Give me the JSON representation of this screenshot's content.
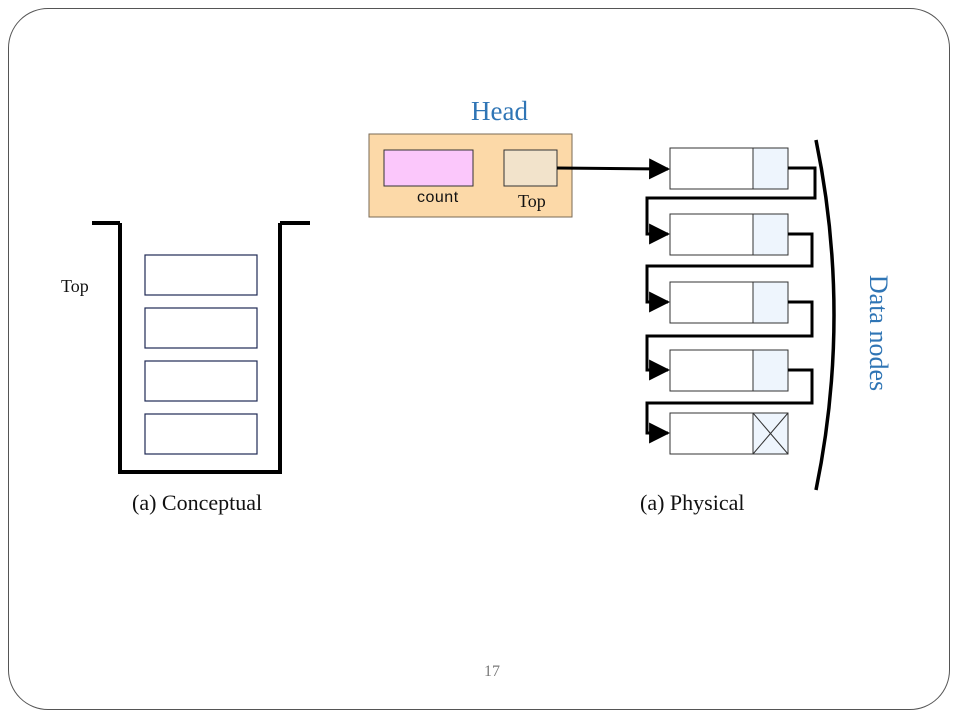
{
  "head": {
    "title": "Head",
    "count_label": "count",
    "top_label": "Top"
  },
  "conceptual": {
    "top_label": "Top",
    "caption": "(a) Conceptual"
  },
  "physical": {
    "caption": "(a) Physical",
    "data_nodes_label": "Data nodes"
  },
  "page_number": "17",
  "colors": {
    "accent_blue": "#2f75b5",
    "head_fill": "#fcd9a8",
    "count_fill": "#fbc7fb",
    "top_fill": "#f2e3cb",
    "link_fill": "#eef5fd"
  }
}
